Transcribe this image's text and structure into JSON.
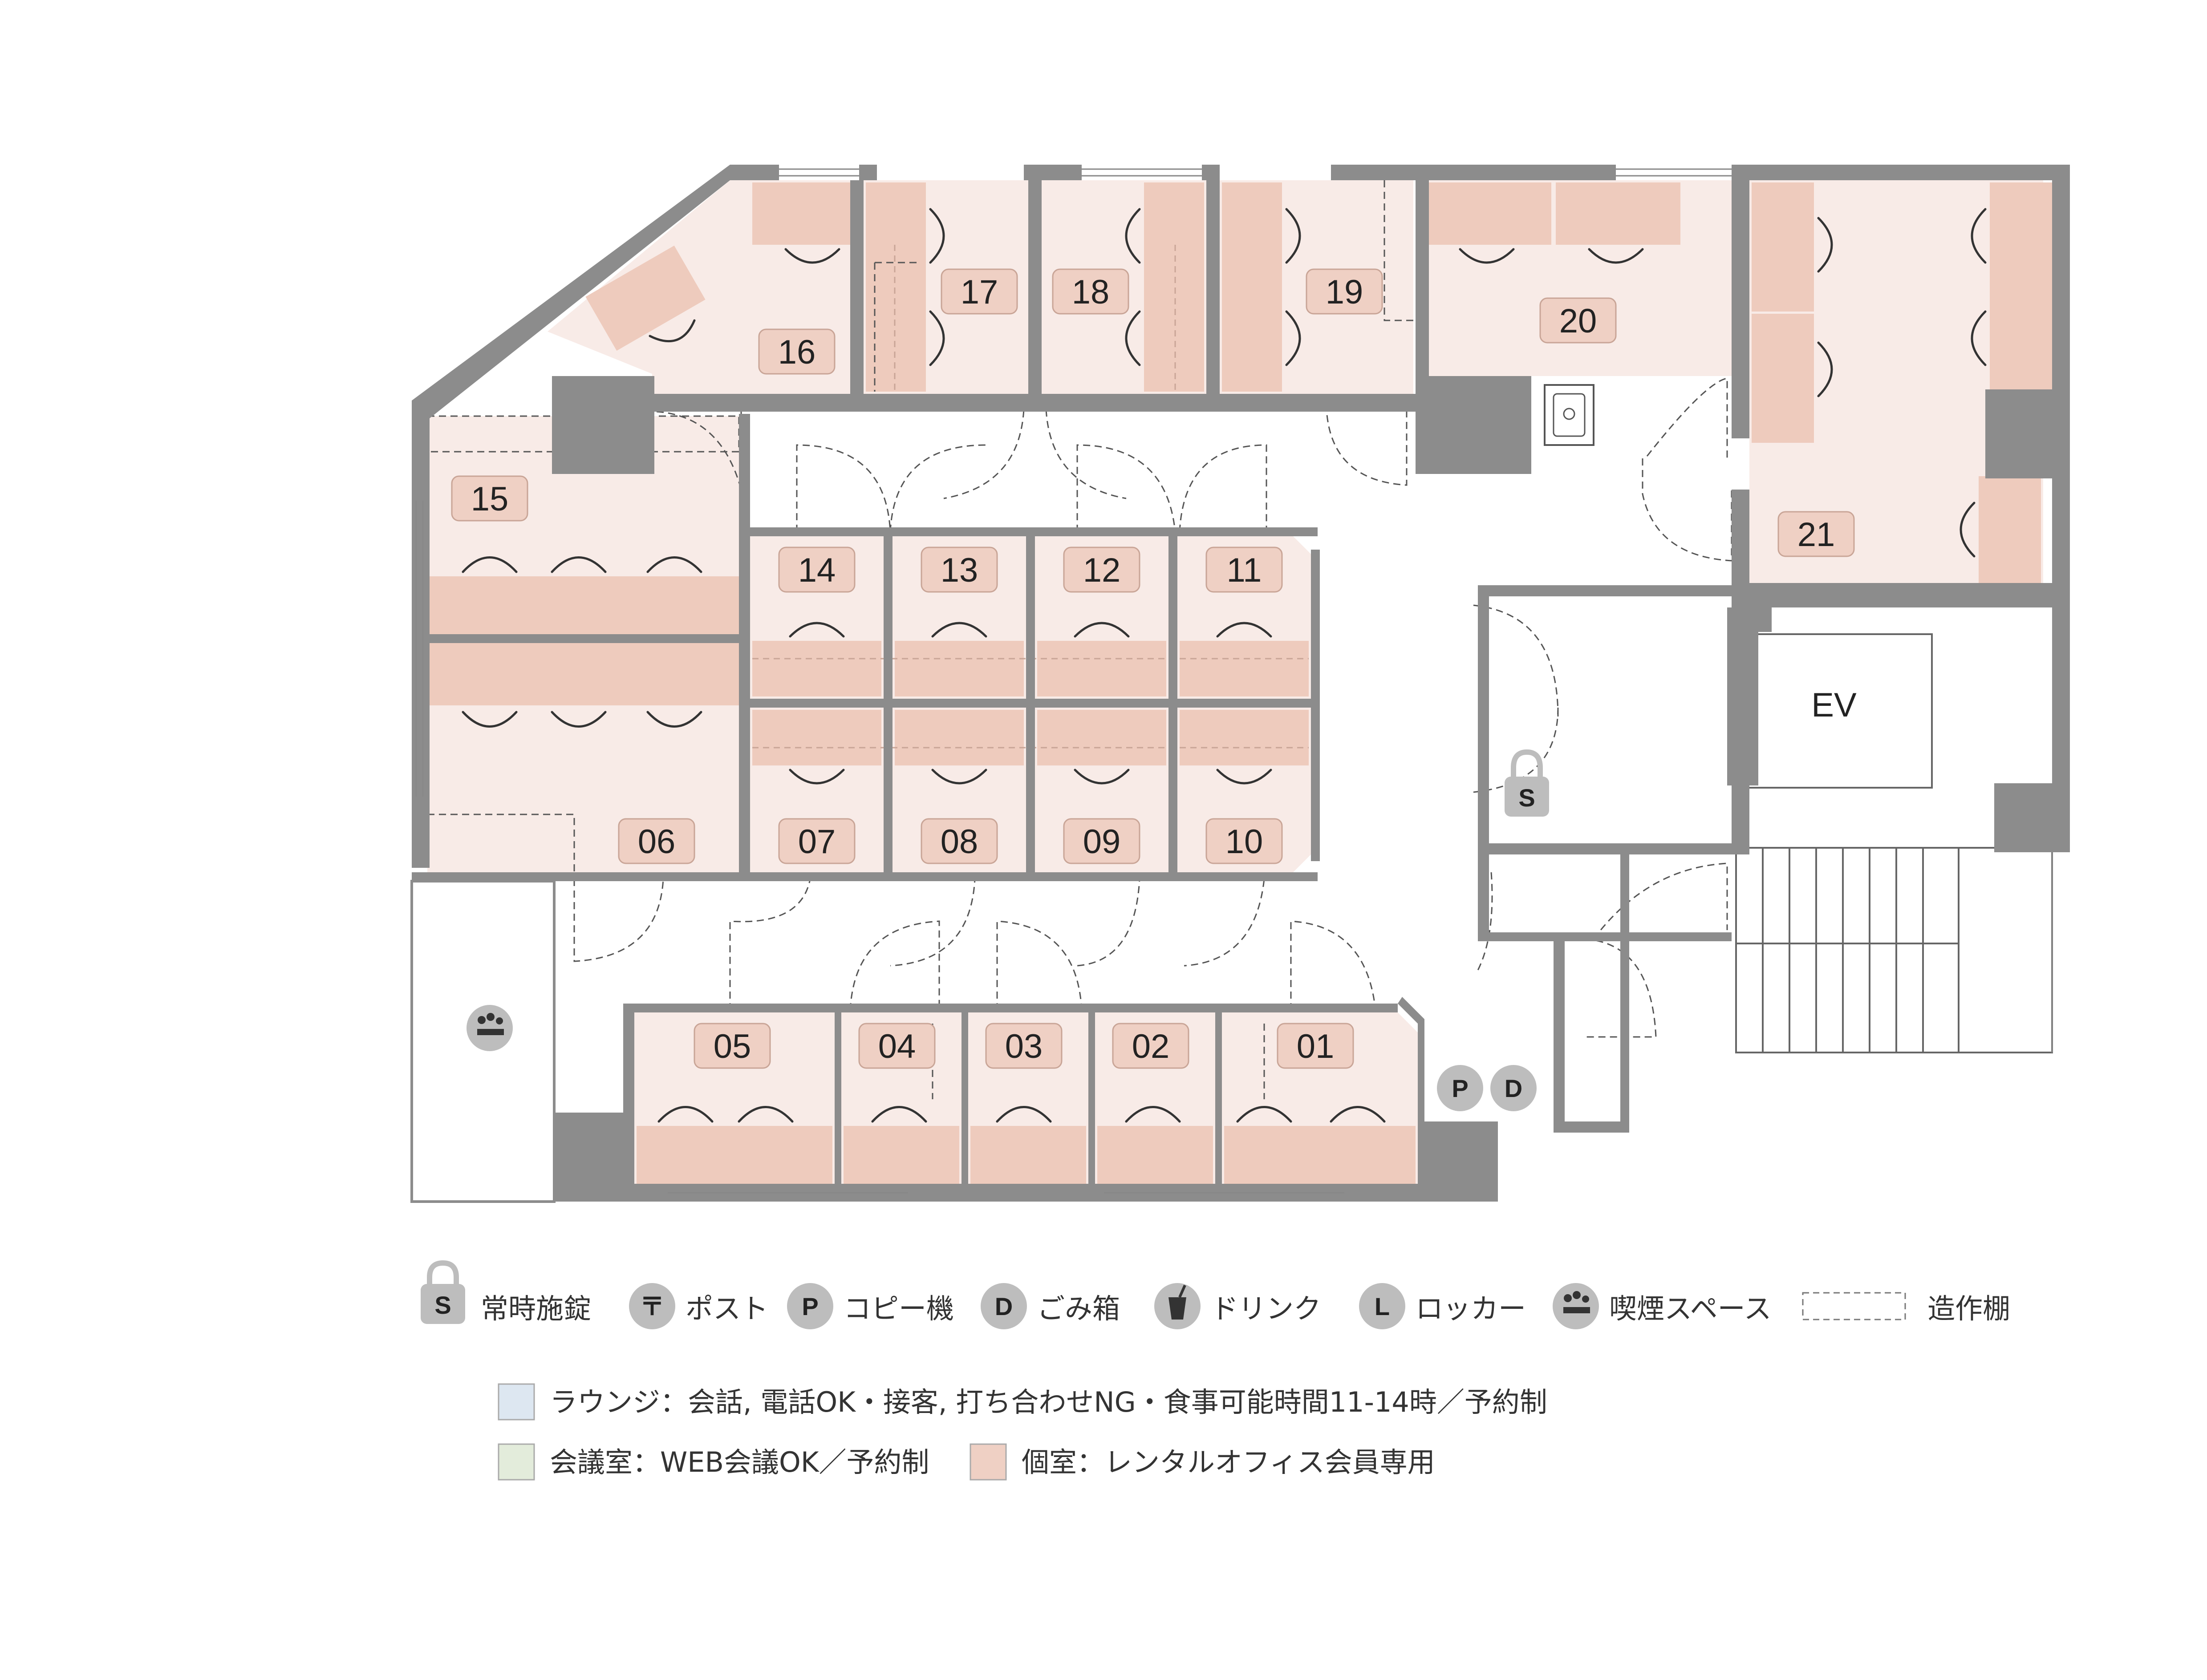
{
  "colors": {
    "wall": "#8c8c8c",
    "office": "#f8ebe7",
    "desk": "#eecbbd",
    "label_bg": "#efd0c4",
    "lounge": "#dde7f1",
    "meeting": "#e3ecdb",
    "icon_bg": "#bdbdbd"
  },
  "rooms": [
    {
      "id": "01",
      "label": "01"
    },
    {
      "id": "02",
      "label": "02"
    },
    {
      "id": "03",
      "label": "03"
    },
    {
      "id": "04",
      "label": "04"
    },
    {
      "id": "05",
      "label": "05"
    },
    {
      "id": "06",
      "label": "06"
    },
    {
      "id": "07",
      "label": "07"
    },
    {
      "id": "08",
      "label": "08"
    },
    {
      "id": "09",
      "label": "09"
    },
    {
      "id": "10",
      "label": "10"
    },
    {
      "id": "11",
      "label": "11"
    },
    {
      "id": "12",
      "label": "12"
    },
    {
      "id": "13",
      "label": "13"
    },
    {
      "id": "14",
      "label": "14"
    },
    {
      "id": "15",
      "label": "15"
    },
    {
      "id": "16",
      "label": "16"
    },
    {
      "id": "17",
      "label": "17"
    },
    {
      "id": "18",
      "label": "18"
    },
    {
      "id": "19",
      "label": "19"
    },
    {
      "id": "20",
      "label": "20"
    },
    {
      "id": "21",
      "label": "21"
    }
  ],
  "elevator": {
    "label": "EV"
  },
  "map_icons": {
    "lock": {
      "letter": "S",
      "icon": "padlock-icon"
    },
    "copier": {
      "letter": "P",
      "icon": "copier-icon"
    },
    "trash": {
      "letter": "D",
      "icon": "trash-icon"
    },
    "smoking": {
      "icon": "smoking-icon"
    }
  },
  "legend": {
    "icons": [
      {
        "key": "lock",
        "letter": "S",
        "label": "常時施錠",
        "icon": "padlock-icon"
      },
      {
        "key": "post",
        "letter": "〒",
        "label": "ポスト",
        "icon": "post-icon"
      },
      {
        "key": "copier",
        "letter": "P",
        "label": "コピー機",
        "icon": "copier-icon"
      },
      {
        "key": "trash",
        "letter": "D",
        "label": "ごみ箱",
        "icon": "trash-icon"
      },
      {
        "key": "drink",
        "letter": "",
        "label": "ドリンク",
        "icon": "drink-icon"
      },
      {
        "key": "locker",
        "letter": "L",
        "label": "ロッカー",
        "icon": "locker-icon"
      },
      {
        "key": "smoking",
        "letter": "",
        "label": "喫煙スペース",
        "icon": "smoking-icon"
      },
      {
        "key": "shelf",
        "letter": "",
        "label": "造作棚",
        "icon": "dashed-shelf-icon"
      }
    ],
    "areas": [
      {
        "key": "lounge",
        "label": "ラウンジ：会話, 電話OK・接客, 打ち合わせNG・食事可能時間11-14時／予約制"
      },
      {
        "key": "meeting",
        "label": "会議室：WEB会議OK／予約制"
      },
      {
        "key": "private",
        "label": "個室：レンタルオフィス会員専用"
      }
    ]
  }
}
